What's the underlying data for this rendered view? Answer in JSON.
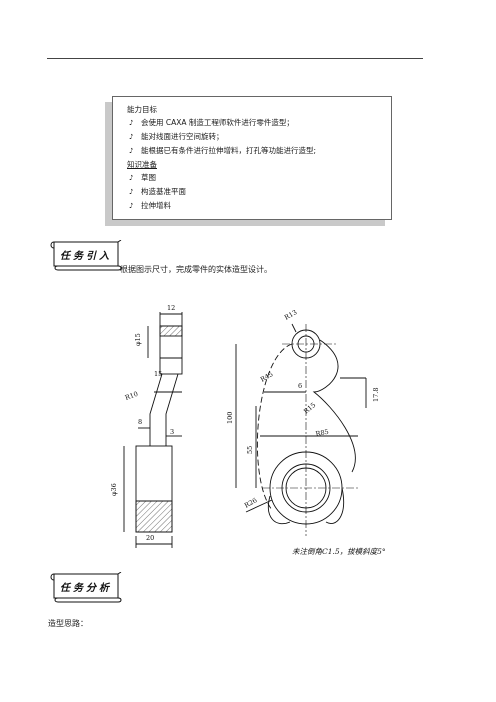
{
  "objectives": {
    "lines": [
      {
        "type": "heading",
        "text": "能力目标"
      },
      {
        "type": "bullet",
        "mark": "♪",
        "text": "会使用 CAXA 制造工程师软件进行零件造型；"
      },
      {
        "type": "bullet",
        "mark": "♪",
        "text": "能对线面进行空间旋转；"
      },
      {
        "type": "bullet",
        "mark": "♪",
        "text": "能根据已有条件进行拉伸增料，打孔等功能进行造型;"
      },
      {
        "type": "heading-underline",
        "text": "知识准备"
      },
      {
        "type": "bullet",
        "mark": "♪",
        "text": "草图"
      },
      {
        "type": "bullet",
        "mark": "♪",
        "text": "构造基准平面"
      },
      {
        "type": "bullet",
        "mark": "♪",
        "text": "拉伸增料"
      }
    ]
  },
  "task_intro": {
    "badge": "任务引入",
    "text": "根据图示尺寸，完成零件的实体造型设计。"
  },
  "drawing": {
    "dims": {
      "d12": "12",
      "phi15": "φ15",
      "d15": "15",
      "r10": "R10",
      "d8": "8",
      "d3": "3",
      "phi36": "φ36",
      "d20": "20",
      "r13": "R13",
      "r45": "R45",
      "d6": "6",
      "r15": "R15",
      "d17_8": "17.8",
      "d100": "100",
      "d55": "55",
      "r85": "R85",
      "r26": "R26"
    },
    "note": "未注倒角C1.5，拔模斜度5°"
  },
  "task_analysis": {
    "badge": "任务分析",
    "text": "造型思路："
  }
}
